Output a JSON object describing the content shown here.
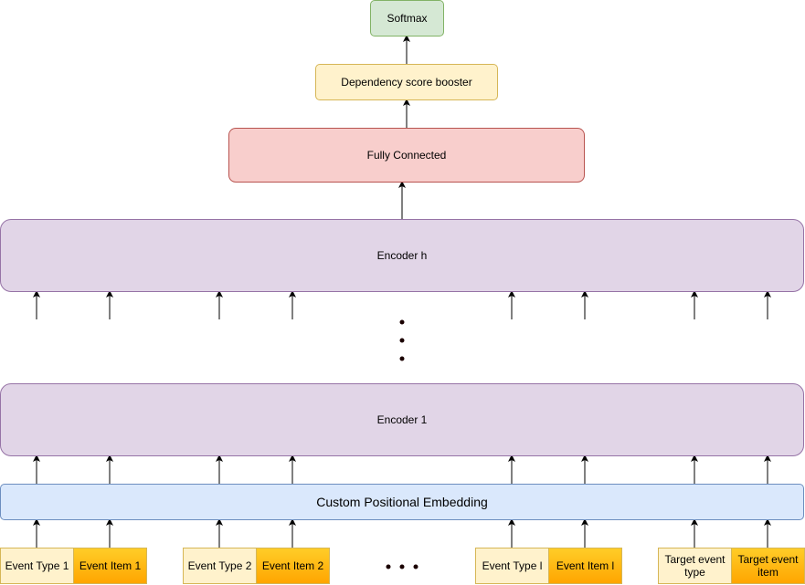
{
  "diagram": {
    "softmax": "Softmax",
    "dependency_booster": "Dependency score booster",
    "fully_connected": "Fully Connected",
    "encoder_top": "Encoder h",
    "encoder_bottom": "Encoder 1",
    "positional_embedding": "Custom Positional Embedding",
    "inputs": [
      {
        "type_label": "Event Type 1",
        "item_label": "Event Item 1"
      },
      {
        "type_label": "Event Type 2",
        "item_label": "Event Item 2"
      },
      {
        "type_label": "Event Type l",
        "item_label": "Event Item l"
      },
      {
        "type_label": "Target event type",
        "item_label": "Target event item"
      }
    ],
    "colors": {
      "softmax_fill": "#d5e8d4",
      "booster_fill": "#fff2cc",
      "fully_connected_fill": "#f8cecc",
      "encoder_fill": "#e1d5e7",
      "embedding_fill": "#dae8fc",
      "type_fill": "#fff2cc",
      "item_fill": "#ffa500"
    }
  }
}
